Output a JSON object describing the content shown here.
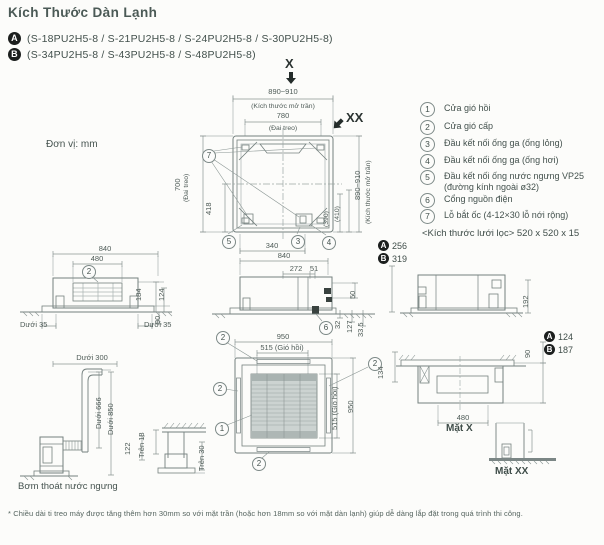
{
  "page": {
    "title": "Kích Thước Dàn Lạnh",
    "unit_label": "Đơn vị: mm",
    "footnote": "* Chiều dài ti treo máy được tăng thêm hơn 30mm so với mặt trần (hoặc hơn 18mm so với mặt dàn lạnh) giúp dễ dàng lắp đặt trong quá trình thi công."
  },
  "models": {
    "a_badge": "A",
    "a_list": "(S-18PU2H5-8 / S-21PU2H5-8 / S-24PU2H5-8 / S-30PU2H5-8)",
    "b_badge": "B",
    "b_list": "(S-34PU2H5-8 / S-43PU2H5-8 / S-48PU2H5-8)"
  },
  "markers": {
    "x": "X",
    "xx": "XX"
  },
  "legend": {
    "items": [
      {
        "num": "1",
        "label": "Cửa gió hồi"
      },
      {
        "num": "2",
        "label": "Cửa gió cấp"
      },
      {
        "num": "3",
        "label": "Đầu kết nối ống ga (ống lỏng)"
      },
      {
        "num": "4",
        "label": "Đầu kết nối ống ga (ống hơi)"
      },
      {
        "num": "5",
        "label": "Đầu kết nối ống nước ngưng VP25",
        "label2": "(đường kính ngoài ø32)"
      },
      {
        "num": "6",
        "label": "Cổng nguồn điện"
      },
      {
        "num": "7",
        "label": "Lỗ bắt ốc (4-12×30 lỗ nới rộng)"
      }
    ],
    "filter_label": "<Kích thước lưới lọc>",
    "filter_value": "520 x 520 x 15"
  },
  "top_view": {
    "opening_w": "890~910",
    "opening_note": "(Kích thước mở trần)",
    "hanger_w": "780",
    "hanger_note": "(Đai treo)",
    "hanger_h": "700",
    "hanger_h_note": "(Đai treo)",
    "d418": "418",
    "d390": "(390)",
    "d410": "(410)",
    "opening_h": "890~910",
    "opening_h_note": "(Kích thước mở trần)",
    "d340": "340",
    "c7": "7",
    "c5": "5",
    "c3": "3",
    "c4": "4"
  },
  "front_view": {
    "d840": "840",
    "d480": "480",
    "c2": "2",
    "d184": "184",
    "d124": "124",
    "d90": "90",
    "under35_l": "Dưới 35",
    "under35_r": "Dưới 35"
  },
  "center_view": {
    "d840": "840",
    "d272": "272",
    "d51": "51",
    "d50": "50",
    "d32": "32",
    "d127": "127",
    "d335": "33.5",
    "c6": "6"
  },
  "right_view": {
    "a_badge": "A",
    "a_val": "256",
    "b_badge": "B",
    "b_val": "319",
    "d192": "192"
  },
  "pump_view": {
    "under300": "Dưới 300",
    "under666": "Dưới 666",
    "under850": "Dưới 850",
    "caption": "Bơm thoát nước ngưng"
  },
  "gap_view": {
    "d122": "122",
    "over18": "Trên 18",
    "over30": "Trên 30"
  },
  "panel_view": {
    "d950_top": "950",
    "d515_top": "515 (Gió hồi)",
    "d515_right": "515 (Gió hồi)",
    "d950_right": "950",
    "d134": "134",
    "c1": "1",
    "c2": "2"
  },
  "mat_x": {
    "a_badge": "A",
    "a_val": "124",
    "b_badge": "B",
    "b_val": "187",
    "d90": "90",
    "d480": "480",
    "caption": "Mặt X"
  },
  "mat_xx": {
    "caption": "Mặt XX"
  },
  "colors": {
    "badge": "#1c1f1e",
    "line": "#75817f",
    "text": "#47554f",
    "grille_fill": "#ccd3d1"
  }
}
